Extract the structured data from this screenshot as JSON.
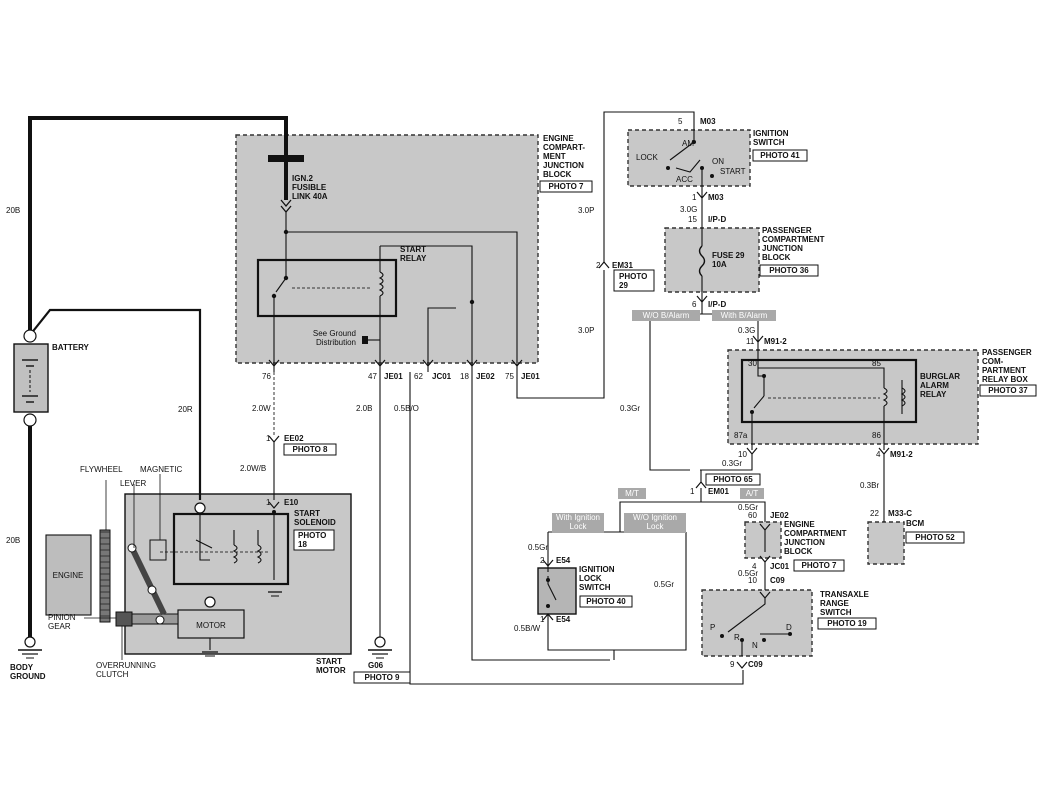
{
  "components": {
    "engine_junction": [
      "ENGINE",
      "COMPART-",
      "MENT",
      "JUNCTION",
      "BLOCK"
    ],
    "engine_junction_photo": "PHOTO 7",
    "fusible_link": [
      "IGN.2",
      "FUSIBLE",
      "LINK 40A"
    ],
    "start_relay": [
      "START",
      "RELAY"
    ],
    "ground_dist": [
      "See Ground",
      "Distribution"
    ],
    "ignition_switch": [
      "IGNITION",
      "SWITCH"
    ],
    "ignition_photo": "PHOTO 41",
    "ign_positions": {
      "am": "AM",
      "lock": "LOCK",
      "on": "ON",
      "acc": "ACC",
      "start": "START"
    },
    "passenger_junction": [
      "PASSENGER",
      "COMPARTMENT",
      "JUNCTION",
      "BLOCK"
    ],
    "passenger_photo": "PHOTO 36",
    "fuse29": [
      "FUSE 29",
      "10A"
    ],
    "em31_photo": [
      "PHOTO",
      "29"
    ],
    "relay_box": [
      "PASSENGER",
      "COM-",
      "PARTMENT",
      "RELAY BOX"
    ],
    "relay_box_photo": "PHOTO 37",
    "burglar_relay": [
      "BURGLAR",
      "ALARM",
      "RELAY"
    ],
    "battery": "BATTERY",
    "body_ground": [
      "BODY",
      "GROUND"
    ],
    "flywheel": "FLYWHEEL",
    "magnetic": "MAGNETIC",
    "lever": "LEVER",
    "engine": "ENGINE",
    "pinion": [
      "PINION",
      "GEAR"
    ],
    "overrunning": [
      "OVERRUNNING",
      "CLUTCH"
    ],
    "motor": "MOTOR",
    "start_motor": [
      "START",
      "MOTOR"
    ],
    "start_solenoid": [
      "START",
      "SOLENOID"
    ],
    "solenoid_photo": [
      "PHOTO",
      "18"
    ],
    "ee02_photo": "PHOTO 8",
    "g06_photo": "PHOTO 9",
    "em01_photo": "PHOTO 65",
    "ign_lock_switch": [
      "IGNITION",
      "LOCK",
      "SWITCH"
    ],
    "ign_lock_photo": "PHOTO 40",
    "engine_junction2": [
      "ENGINE",
      "COMPARTMENT",
      "JUNCTION",
      "BLOCK"
    ],
    "jc01_photo": "PHOTO 7",
    "transaxle": [
      "TRANSAXLE",
      "RANGE",
      "SWITCH"
    ],
    "transaxle_photo": "PHOTO 19",
    "gear_letters": {
      "p": "P",
      "r": "R",
      "n": "N",
      "d": "D"
    },
    "bcm": "BCM",
    "bcm_photo": "PHOTO 52"
  },
  "connectors": {
    "je01_a": "JE01",
    "jc01": "JC01",
    "je02": "JE02",
    "je01_b": "JE01",
    "ee02": "EE02",
    "e10": "E10",
    "g06": "G06",
    "m03_top": "M03",
    "m03_bot": "M03",
    "ipd_top": "I/P-D",
    "ipd_bot": "I/P-D",
    "em31": "EM31",
    "m91_2_top": "M91-2",
    "m91_2_bot": "M91-2",
    "em01": "EM01",
    "e54_top": "E54",
    "e54_bot": "E54",
    "je02b": "JE02",
    "jc01b": "JC01",
    "c09_top": "C09",
    "c09_bot": "C09",
    "m33c": "M33-C"
  },
  "pins": {
    "p76": "76",
    "p47": "47",
    "p62": "62",
    "p18": "18",
    "p75": "75",
    "ee02": "1",
    "e10": "1",
    "m03_top": "5",
    "m03_bot": "1",
    "ipd_top": "15",
    "ipd_bot": "6",
    "em31": "2",
    "m91_top": "11",
    "r30": "30",
    "r85": "85",
    "r87a": "87a",
    "r86": "86",
    "m91_bot_l": "10",
    "m91_bot_r": "4",
    "em01": "1",
    "e54_top": "2",
    "e54_bot": "1",
    "je02b": "60",
    "jc01b": "4",
    "c09_top": "10",
    "c09_bot": "9",
    "m33c": "22"
  },
  "wires": {
    "w20b_top": "20B",
    "w20r": "20R",
    "w20b_bot": "20B",
    "w2_0w": "2.0W",
    "w2_0wb": "2.0W/B",
    "w2_0b": "2.0B",
    "w0_5bo": "0.5B/O",
    "w3_0p_a": "3.0P",
    "w3_0p_b": "3.0P",
    "w3_0g": "3.0G",
    "w0_3g": "0.3G",
    "w0_3gr_a": "0.3Gr",
    "w0_3gr_b": "0.3Gr",
    "w0_3br": "0.3Br",
    "w0_5gr_a": "0.5Gr",
    "w0_5gr_b": "0.5Gr",
    "w0_5gr_c": "0.5Gr",
    "w0_5gr_d": "0.5Gr",
    "w0_5bw": "0.5B/W"
  },
  "tags": {
    "wo_balarm": "W/O B/Alarm",
    "with_balarm": "With B/Alarm",
    "mt": "M/T",
    "at": "A/T",
    "with_ign_lock": [
      "With Ignition",
      "Lock"
    ],
    "wo_ign_lock": [
      "W/O Ignition",
      "Lock"
    ]
  }
}
